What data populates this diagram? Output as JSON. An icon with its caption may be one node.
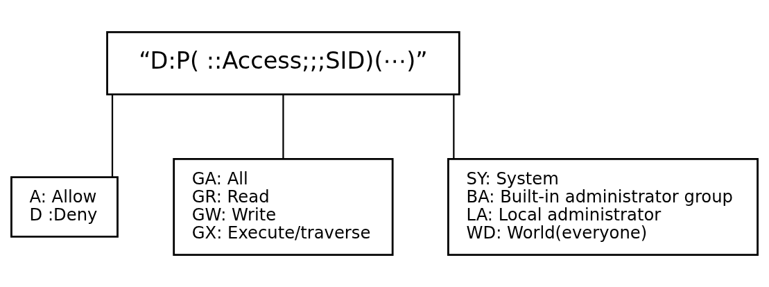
{
  "diagram": {
    "nodes": [
      {
        "text": [
          "“D:P( ::Access;;;SID)(⋯)”"
        ]
      },
      {
        "text": [
          "A: Allow",
          "D :Deny"
        ]
      },
      {
        "text": [
          "GA: All",
          "GR: Read",
          "GW: Write",
          "GX: Execute/traverse"
        ]
      },
      {
        "text": [
          "SY: System",
          "BA: Built-in administrator group",
          "LA: Local administrator",
          "WD: World(everyone)"
        ]
      }
    ],
    "edges": [
      {
        "from": 0,
        "to": 1,
        "arrow": "none"
      },
      {
        "from": 0,
        "to": 2,
        "arrow": "none"
      },
      {
        "from": 0,
        "to": 3,
        "arrow": "none"
      }
    ]
  }
}
